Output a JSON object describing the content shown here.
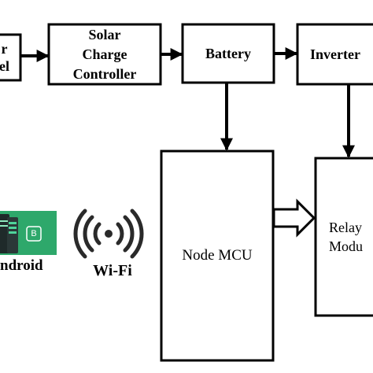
{
  "blocks": {
    "solar_panel": "r\nel",
    "charge_controller": "Solar\nCharge\nController",
    "battery": "Battery",
    "inverter": "Inverter",
    "node_mcu": "Node MCU",
    "relay_module": "Relay\nModu"
  },
  "labels": {
    "android": "ndroid",
    "wifi": "Wi-Fi"
  },
  "icons": {
    "phone_badge_letter": "B",
    "wifi": "wifi-icon",
    "android_app": "android-app-icon"
  },
  "colors": {
    "line": "#000000",
    "background": "#ffffff",
    "app_green": "#2ea86b",
    "phone_dark": "#1f2a2a"
  }
}
